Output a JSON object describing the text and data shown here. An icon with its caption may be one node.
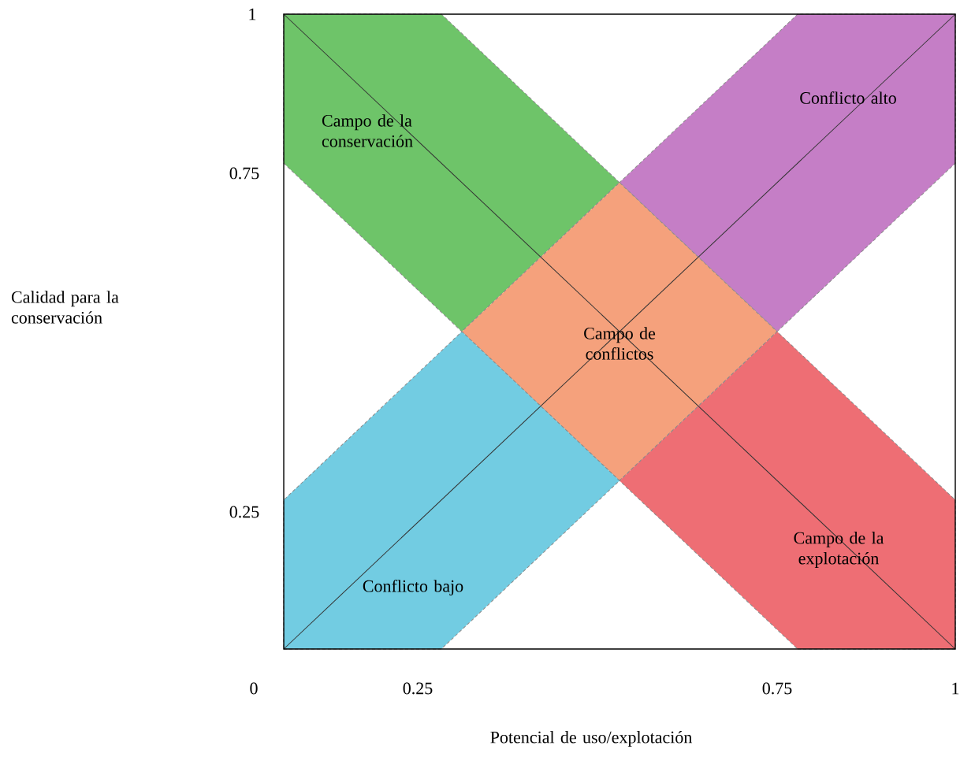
{
  "diagram": {
    "nodes": [
      {
        "text": [
          "Campo de la conservación"
        ]
      },
      {
        "text": [
          "Conflicto alto"
        ]
      },
      {
        "text": [
          "Campo de conflictos"
        ]
      },
      {
        "text": [
          "Campo de la explotación"
        ]
      },
      {
        "text": [
          "Conflicto bajo"
        ]
      }
    ],
    "labels": [
      "1",
      "0.75",
      "Calidad para la conservación",
      "0.25",
      "0",
      "0.25",
      "0.75",
      "1",
      "Potencial de uso/explotación"
    ]
  }
}
